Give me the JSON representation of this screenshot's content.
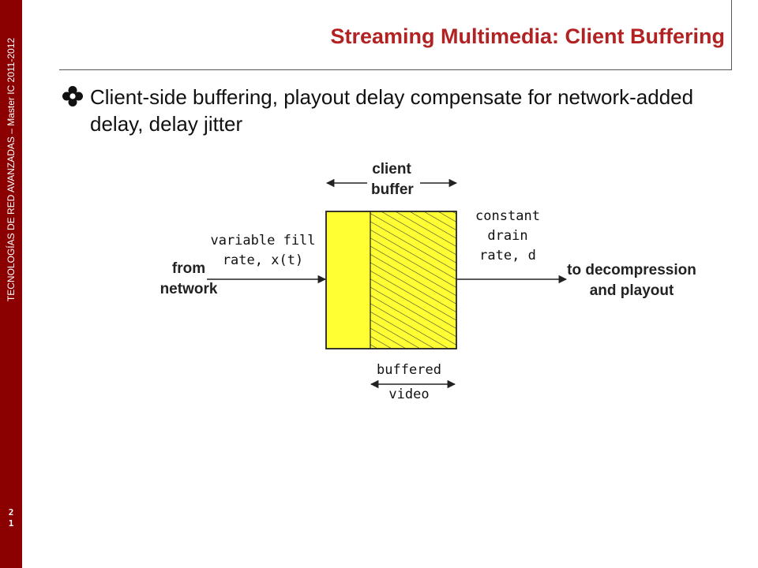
{
  "sidebar": {
    "vertical_text": "TECNOLOGÍAS DE RED AVANZADAS – Master IC 2011-2012",
    "slide_number_digits": [
      "2",
      "1"
    ],
    "color": "#8b0000"
  },
  "slide": {
    "title": "Streaming Multimedia:  Client Buffering",
    "title_color": "#b22222",
    "bullet_icon": "gear-flower-bullet-icon",
    "bullet_text": "Client-side buffering, playout delay compensate for network-added delay, delay jitter"
  },
  "diagram": {
    "client_buffer_label": [
      "client",
      "buffer"
    ],
    "from_network_label": [
      "from",
      "network"
    ],
    "fill_rate_label": [
      "variable fill",
      "rate, x(t)"
    ],
    "drain_rate_label": [
      "constant",
      "drain",
      "rate, d"
    ],
    "output_label": [
      "to decompression",
      "and playout"
    ],
    "buffered_label": [
      "buffered",
      "video"
    ],
    "buffer_fill_color": "#ffff33"
  }
}
